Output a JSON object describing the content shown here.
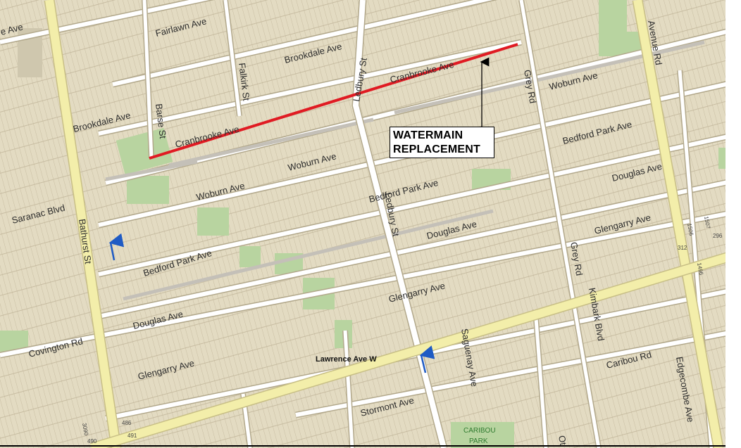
{
  "callout": {
    "line1": "WATERMAIN",
    "line2": "REPLACEMENT"
  },
  "streets": {
    "fairlawn": "Fairlawn Ave",
    "brookdale_top": "Brookdale Ave",
    "brookdale_left": "Brookdale Ave",
    "ave_partial": "e Ave",
    "cranbrooke_left": "Cranbrooke Ave",
    "cranbrooke_right": "Cranbrooke Ave",
    "ledbury_top": "Ledbury St",
    "ledbury_mid": "Ledbury St",
    "falkirk": "Falkirk St",
    "barse": "Barse St",
    "grey_top": "Grey Rd",
    "grey_mid": "Grey Rd",
    "woburn_left": "Woburn Ave",
    "woburn_mid": "Woburn Ave",
    "woburn_right": "Woburn Ave",
    "bedford_left": "Bedford Park Ave",
    "bedford_mid": "Bedford Park Ave",
    "bedford_right": "Bedford Park Ave",
    "douglas_left": "Douglas Ave",
    "douglas_mid": "Douglas Ave",
    "douglas_right": "Douglas Ave",
    "glengarry_left": "Glengarry Ave",
    "glengarry_mid": "Glengarry Ave",
    "glengarry_right": "Glengarry Ave",
    "saranac": "Saranac Blvd",
    "bathurst": "Bathurst St",
    "avenue_rd": "Avenue Rd",
    "covington": "Covington Rd",
    "lawrence": "Lawrence Ave W",
    "saguenay": "Saguenay Ave",
    "kimbark": "Kimbark Blvd",
    "caribou_rd": "Caribou Rd",
    "edgecombe": "Edgecombe Ave",
    "stormont": "Stormont Ave",
    "ot_partial": "Ot"
  },
  "park": {
    "line1": "CARIBOU",
    "line2": "PARK"
  },
  "numbers": {
    "n1507": "1507",
    "n296": "296",
    "n1506": "1506",
    "n312": "312",
    "n1496": "1496",
    "n3090": "3090",
    "n490": "490",
    "n486": "486",
    "n491": "491"
  },
  "colors": {
    "land": "#eae3cf",
    "block": "#ddd4b8",
    "lot_line": "#b9ae93",
    "arterial": "#f3eeaa",
    "arterial_edge": "#c8bf86",
    "park": "#b8d4a0",
    "replacement_line": "#e01b23",
    "oneway_arrow": "#1f5bc4"
  }
}
